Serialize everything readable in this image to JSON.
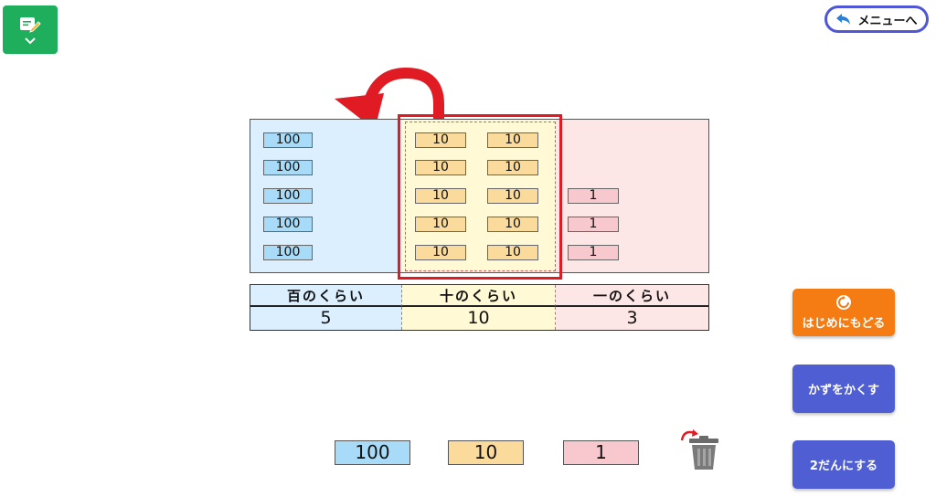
{
  "menu": {
    "label": "メニューへ"
  },
  "board": {
    "hundreds": [
      "100",
      "100",
      "100",
      "100",
      "100"
    ],
    "tens_left": [
      "10",
      "10",
      "10",
      "10",
      "10"
    ],
    "tens_right": [
      "10",
      "10",
      "10",
      "10",
      "10"
    ],
    "ones": [
      "1",
      "1",
      "1"
    ]
  },
  "table": {
    "headers": [
      "百のくらい",
      "十のくらい",
      "一のくらい"
    ],
    "values": [
      "5",
      "10",
      "3"
    ]
  },
  "buttons": {
    "reset": "はじめにもどる",
    "hide": "かずをかくす",
    "two_rows": "2だんにする"
  },
  "palette": [
    "100",
    "10",
    "1"
  ],
  "colors": {
    "hundreds_bg": "#dcefff",
    "tens_bg": "#fff9d6",
    "ones_bg": "#fde6e6",
    "reset_btn": "#f47c13",
    "blue_btn": "#4f5fd3",
    "highlight": "#e01b24"
  }
}
